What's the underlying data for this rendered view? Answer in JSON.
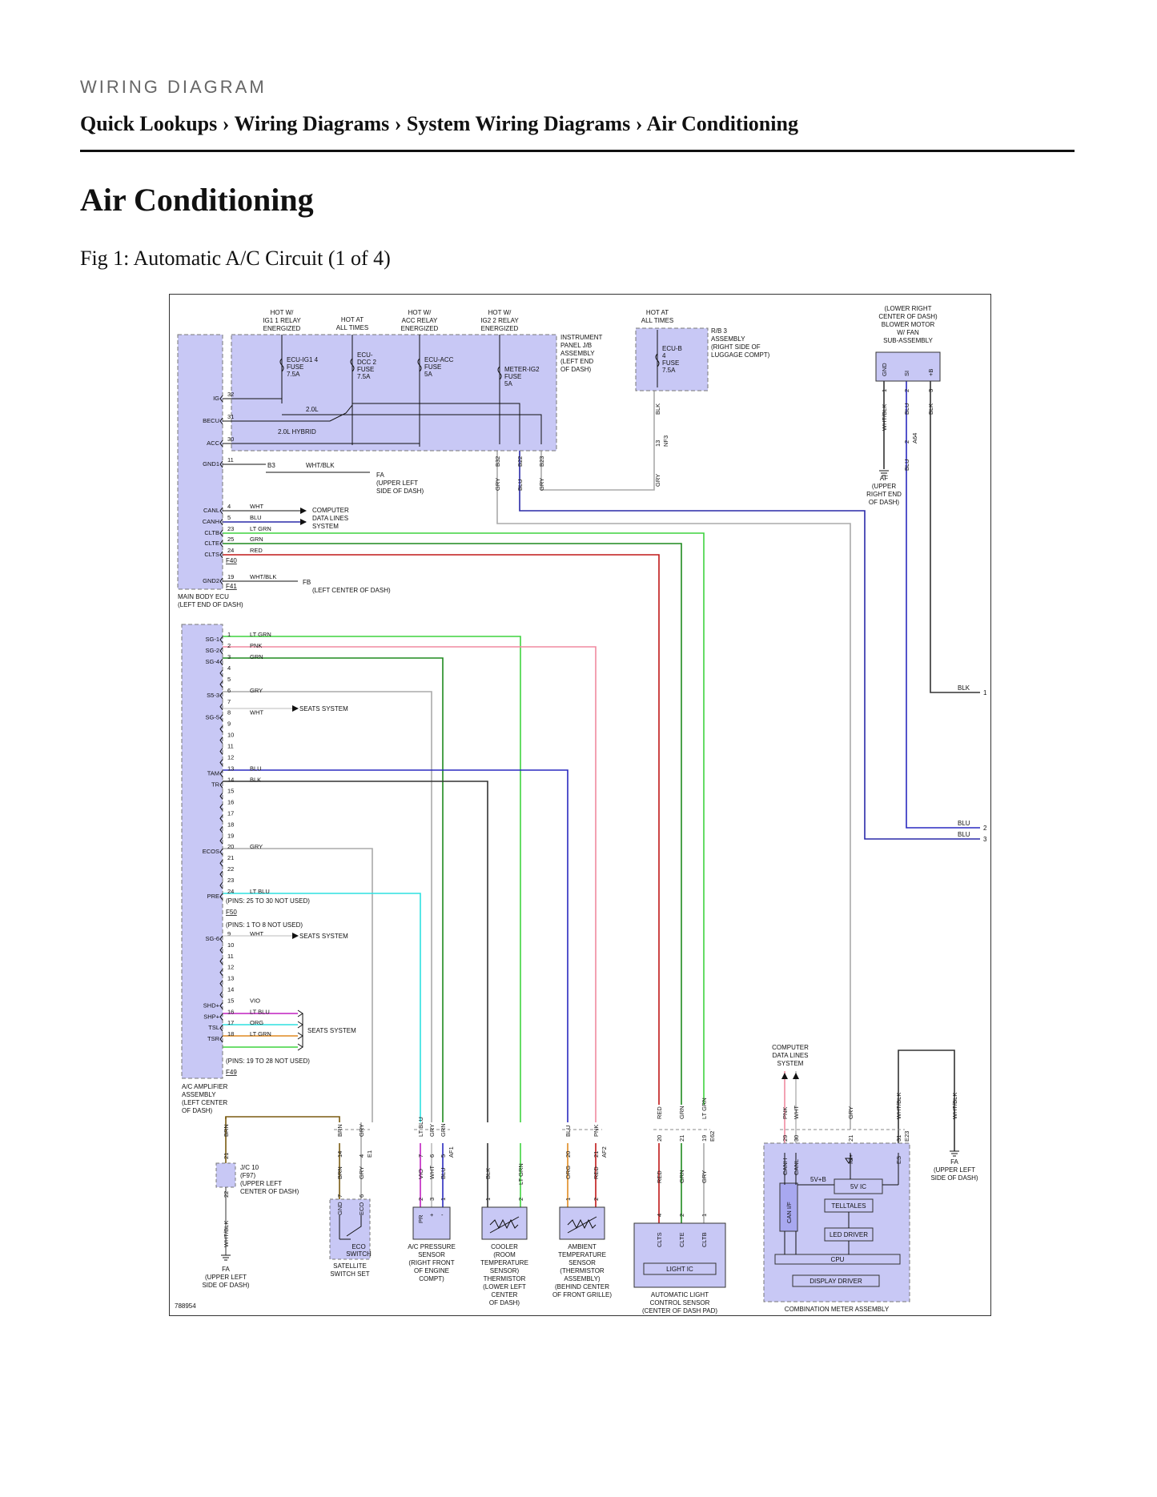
{
  "header": {
    "section_label": "WIRING DIAGRAM",
    "breadcrumb": [
      "Quick Lookups",
      "Wiring Diagrams",
      "System Wiring Diagrams",
      "Air Conditioning"
    ],
    "separator": "›"
  },
  "page_title": "Air Conditioning",
  "figure_caption": "Fig 1: Automatic A/C Circuit (1 of 4)",
  "diagram": {
    "figure_number": "788954",
    "power": {
      "hot_ig1": [
        "HOT W/",
        "IG1 1 RELAY",
        "ENERGIZED"
      ],
      "hot_all": [
        "HOT AT",
        "ALL TIMES"
      ],
      "hot_acc": [
        "HOT W/",
        "ACC RELAY",
        "ENERGIZED"
      ],
      "hot_ig2": [
        "HOT W/",
        "IG2 2 RELAY",
        "ENERGIZED"
      ],
      "hot_all2": [
        "HOT AT",
        "ALL TIMES"
      ]
    },
    "fuses": {
      "ecu_ig1": [
        "ECU-IG1 4",
        "FUSE",
        "7.5A"
      ],
      "ecu_dcc": [
        "ECU-",
        "DCC 2",
        "FUSE",
        "7.5A"
      ],
      "ecu_acc": [
        "ECU-ACC",
        "FUSE",
        "5A"
      ],
      "meter_ig2": [
        "METER-IG2",
        "FUSE",
        "5A"
      ],
      "ecu_b": [
        "ECU-B",
        "4",
        "FUSE",
        "7.5A"
      ]
    },
    "instrument_panel_jb": [
      "INSTRUMENT",
      "PANEL J/B",
      "ASSEMBLY",
      "(LEFT END",
      "OF DASH)"
    ],
    "rb3": [
      "R/B 3",
      "ASSEMBLY",
      "(RIGHT SIDE OF",
      "LUGGAGE COMPT)"
    ],
    "blower": {
      "label": [
        "(LOWER RIGHT",
        "CENTER OF DASH)",
        "BLOWER MOTOR",
        "W/ FAN",
        "SUB-ASSEMBLY"
      ],
      "pins": [
        "GND",
        "SI",
        "+B"
      ],
      "pin_nums": [
        "1",
        "2",
        "3"
      ],
      "wires": [
        "WHT/BLK",
        "BLU",
        "BLK"
      ],
      "connector": "A64",
      "pin2": "2",
      "af": [
        "AF",
        "(UPPER",
        "RIGHT END",
        "OF DASH)"
      ]
    },
    "main_body_ecu": {
      "label": [
        "MAIN BODY ECU",
        "(LEFT END OF DASH)"
      ],
      "pins": [
        {
          "name": "IG",
          "num": "32"
        },
        {
          "name": "BECU",
          "num": "31"
        },
        {
          "name": "ACC",
          "num": "30"
        },
        {
          "name": "GND1",
          "num": "11"
        },
        {
          "name": "CANL",
          "num": "4",
          "wire": "WHT"
        },
        {
          "name": "CANH",
          "num": "5",
          "wire": "BLU"
        },
        {
          "name": "CLTB",
          "num": "23",
          "wire": "LT GRN"
        },
        {
          "name": "CLTE",
          "num": "25",
          "wire": "GRN"
        },
        {
          "name": "CLTS",
          "num": "24",
          "wire": "RED"
        },
        {
          "name": "GND2",
          "num": "19",
          "wire": "WHT/BLK"
        }
      ],
      "conn_f40": "F40",
      "conn_f41": "F41",
      "b3": "B3",
      "gnd1_wire": "WHT/BLK",
      "engine_2_0l": "2.0L",
      "engine_hybrid": "2.0L HYBRID",
      "fa": [
        "FA",
        "(UPPER LEFT",
        "SIDE OF DASH)"
      ],
      "fb": [
        "FB",
        "(LEFT CENTER OF DASH)"
      ],
      "computer_data": [
        "COMPUTER",
        "DATA LINES",
        "SYSTEM"
      ]
    },
    "jb_terms": {
      "b32": "B32",
      "b22": "B22",
      "b23": "B23",
      "w_b32": "GRY",
      "w_b22": "BLU",
      "w_b23": "GRY",
      "blk": "BLK",
      "pin13": "13",
      "nf3": "NF3",
      "gry": "GRY"
    },
    "ac_amplifier": {
      "label": [
        "A/C AMPLIFIER",
        "ASSEMBLY",
        "(LEFT CENTER",
        "OF DASH)"
      ],
      "pins": [
        {
          "num": "1",
          "wire": "LT GRN",
          "name": "SG-1"
        },
        {
          "num": "2",
          "wire": "PNK",
          "name": "SG-2"
        },
        {
          "num": "3",
          "wire": "GRN",
          "name": "SG-4"
        },
        {
          "num": "4",
          "wire": "",
          "name": ""
        },
        {
          "num": "5",
          "wire": "",
          "name": ""
        },
        {
          "num": "6",
          "wire": "GRY",
          "name": "S5-3"
        },
        {
          "num": "7",
          "wire": "",
          "name": ""
        },
        {
          "num": "8",
          "wire": "WHT",
          "name": "SG-5"
        },
        {
          "num": "9",
          "wire": "",
          "name": ""
        },
        {
          "num": "10",
          "wire": "",
          "name": ""
        },
        {
          "num": "11",
          "wire": "",
          "name": ""
        },
        {
          "num": "12",
          "wire": "",
          "name": ""
        },
        {
          "num": "13",
          "wire": "BLU",
          "name": "TAM"
        },
        {
          "num": "14",
          "wire": "BLK",
          "name": "TR"
        },
        {
          "num": "15",
          "wire": "",
          "name": ""
        },
        {
          "num": "16",
          "wire": "",
          "name": ""
        },
        {
          "num": "17",
          "wire": "",
          "name": ""
        },
        {
          "num": "18",
          "wire": "",
          "name": ""
        },
        {
          "num": "19",
          "wire": "",
          "name": ""
        },
        {
          "num": "20",
          "wire": "GRY",
          "name": "ECOS"
        },
        {
          "num": "21",
          "wire": "",
          "name": ""
        },
        {
          "num": "22",
          "wire": "",
          "name": ""
        },
        {
          "num": "23",
          "wire": "",
          "name": ""
        },
        {
          "num": "24",
          "wire": "LT BLU",
          "name": "PRE"
        }
      ],
      "pins_b": [
        {
          "num": "9",
          "wire": "WHT",
          "name": "SG-6"
        },
        {
          "num": "10",
          "wire": "",
          "name": ""
        },
        {
          "num": "11",
          "wire": "",
          "name": ""
        },
        {
          "num": "12",
          "wire": "",
          "name": ""
        },
        {
          "num": "13",
          "wire": "",
          "name": ""
        },
        {
          "num": "14",
          "wire": "",
          "name": ""
        },
        {
          "num": "15",
          "wire": "VIO",
          "name": "SHD+"
        },
        {
          "num": "16",
          "wire": "LT BLU",
          "name": "SHP+"
        },
        {
          "num": "17",
          "wire": "ORG",
          "name": "TSL"
        },
        {
          "num": "18",
          "wire": "LT GRN",
          "name": "TSR"
        }
      ],
      "note_25_30": "(PINS: 25 TO 30 NOT USED)",
      "conn_f50": "F50",
      "note_1_8": "(PINS: 1 TO 8 NOT USED)",
      "note_19_28": "(PINS: 19 TO 28 NOT USED)",
      "conn_f49": "F49",
      "seats_system": "SEATS SYSTEM"
    },
    "right_refs": [
      {
        "wire": "BLK",
        "num": "1"
      },
      {
        "wire": "BLU",
        "num": "2"
      },
      {
        "wire": "BLU",
        "num": "3"
      }
    ],
    "jc10": {
      "label": [
        "J/C 10",
        "(F97)",
        "(UPPER LEFT",
        "CENTER OF DASH)"
      ],
      "top_wire": "BRN",
      "top_pin": "21",
      "bot_pin": "22",
      "bot_wire": "WHT/BLK",
      "fa": [
        "FA",
        "(UPPER LEFT",
        "SIDE OF DASH)"
      ]
    },
    "satellite": {
      "label": [
        "SATELLITE",
        "SWITCH SET"
      ],
      "switch": [
        "ECO",
        "SWITCH"
      ],
      "pins": [
        "GND",
        "ECO"
      ],
      "pin_nums": [
        "7",
        "6"
      ],
      "top_wires": [
        "BRN",
        "GRY"
      ],
      "top_pins": [
        "14",
        "4"
      ],
      "bot_wires": [
        "BRN",
        "GRY"
      ],
      "connector": "E1"
    },
    "pressure_sensor": {
      "label": [
        "A/C PRESSURE",
        "SENSOR",
        "(RIGHT FRONT",
        "OF ENGINE",
        "COMPT)"
      ],
      "pins": [
        "PR",
        "+",
        "-"
      ],
      "pin_nums": [
        "2",
        "3",
        "1"
      ],
      "top_wires": [
        "LT BLU",
        "GRY",
        "GRN"
      ],
      "top_pins": [
        "7",
        "6",
        "5"
      ],
      "bot_wires": [
        "VIO",
        "WHT",
        "BLU"
      ],
      "connector": "AF1"
    },
    "cooler_thermistor": {
      "label": [
        "COOLER",
        "(ROOM",
        "TEMPERATURE",
        "SENSOR)",
        "THERMISTOR",
        "(LOWER LEFT",
        "CENTER",
        "OF DASH)"
      ],
      "pin_nums": [
        "1",
        "2"
      ],
      "wires": [
        "BLK",
        "LT GRN"
      ]
    },
    "ambient_sensor": {
      "label": [
        "AMBIENT",
        "TEMPERATURE",
        "SENSOR",
        "(THERMISTOR",
        "ASSEMBLY)",
        "(BEHIND CENTER",
        "OF FRONT GRILLE)"
      ],
      "top_wires": [
        "BLU",
        "PNK"
      ],
      "top_pins": [
        "20",
        "21"
      ],
      "bot_wires": [
        "ORG",
        "RED"
      ],
      "pin_nums": [
        "1",
        "2"
      ],
      "connector": "AF2"
    },
    "light_sensor": {
      "label": [
        "AUTOMATIC LIGHT",
        "CONTROL SENSOR",
        "(CENTER OF DASH PAD)"
      ],
      "ic": "LIGHT IC",
      "pins": [
        "CLTS",
        "CLTE",
        "CLTB"
      ],
      "pin_nums": [
        "4",
        "2",
        "1"
      ],
      "top_wires": [
        "RED",
        "GRN",
        "LT GRN"
      ],
      "top_pins": [
        "20",
        "21",
        "19"
      ],
      "bot_wires": [
        "RED",
        "GRN",
        "GRY"
      ],
      "connector": "E62"
    },
    "combination_meter": {
      "label": "COMBINATION METER ASSEMBLY",
      "computer_data": [
        "COMPUTER",
        "DATA LINES",
        "SYSTEM"
      ],
      "pins": [
        "CANH",
        "CANL",
        "IG+",
        "ES"
      ],
      "pin_nums": [
        "29",
        "30",
        "21",
        "31"
      ],
      "wires": [
        "PNK",
        "WHT",
        "GRY",
        "WHT/BLK"
      ],
      "connector": "E23",
      "blocks": [
        "5V IC",
        "TELLTALES",
        "LED DRIVER",
        "CPU",
        "DISPLAY DRIVER",
        "CAN I/F"
      ],
      "five_v_b": "5V+B",
      "right_wire": "WHT/BLK",
      "fa": [
        "FA",
        "(UPPER LEFT",
        "SIDE OF DASH)"
      ]
    }
  }
}
